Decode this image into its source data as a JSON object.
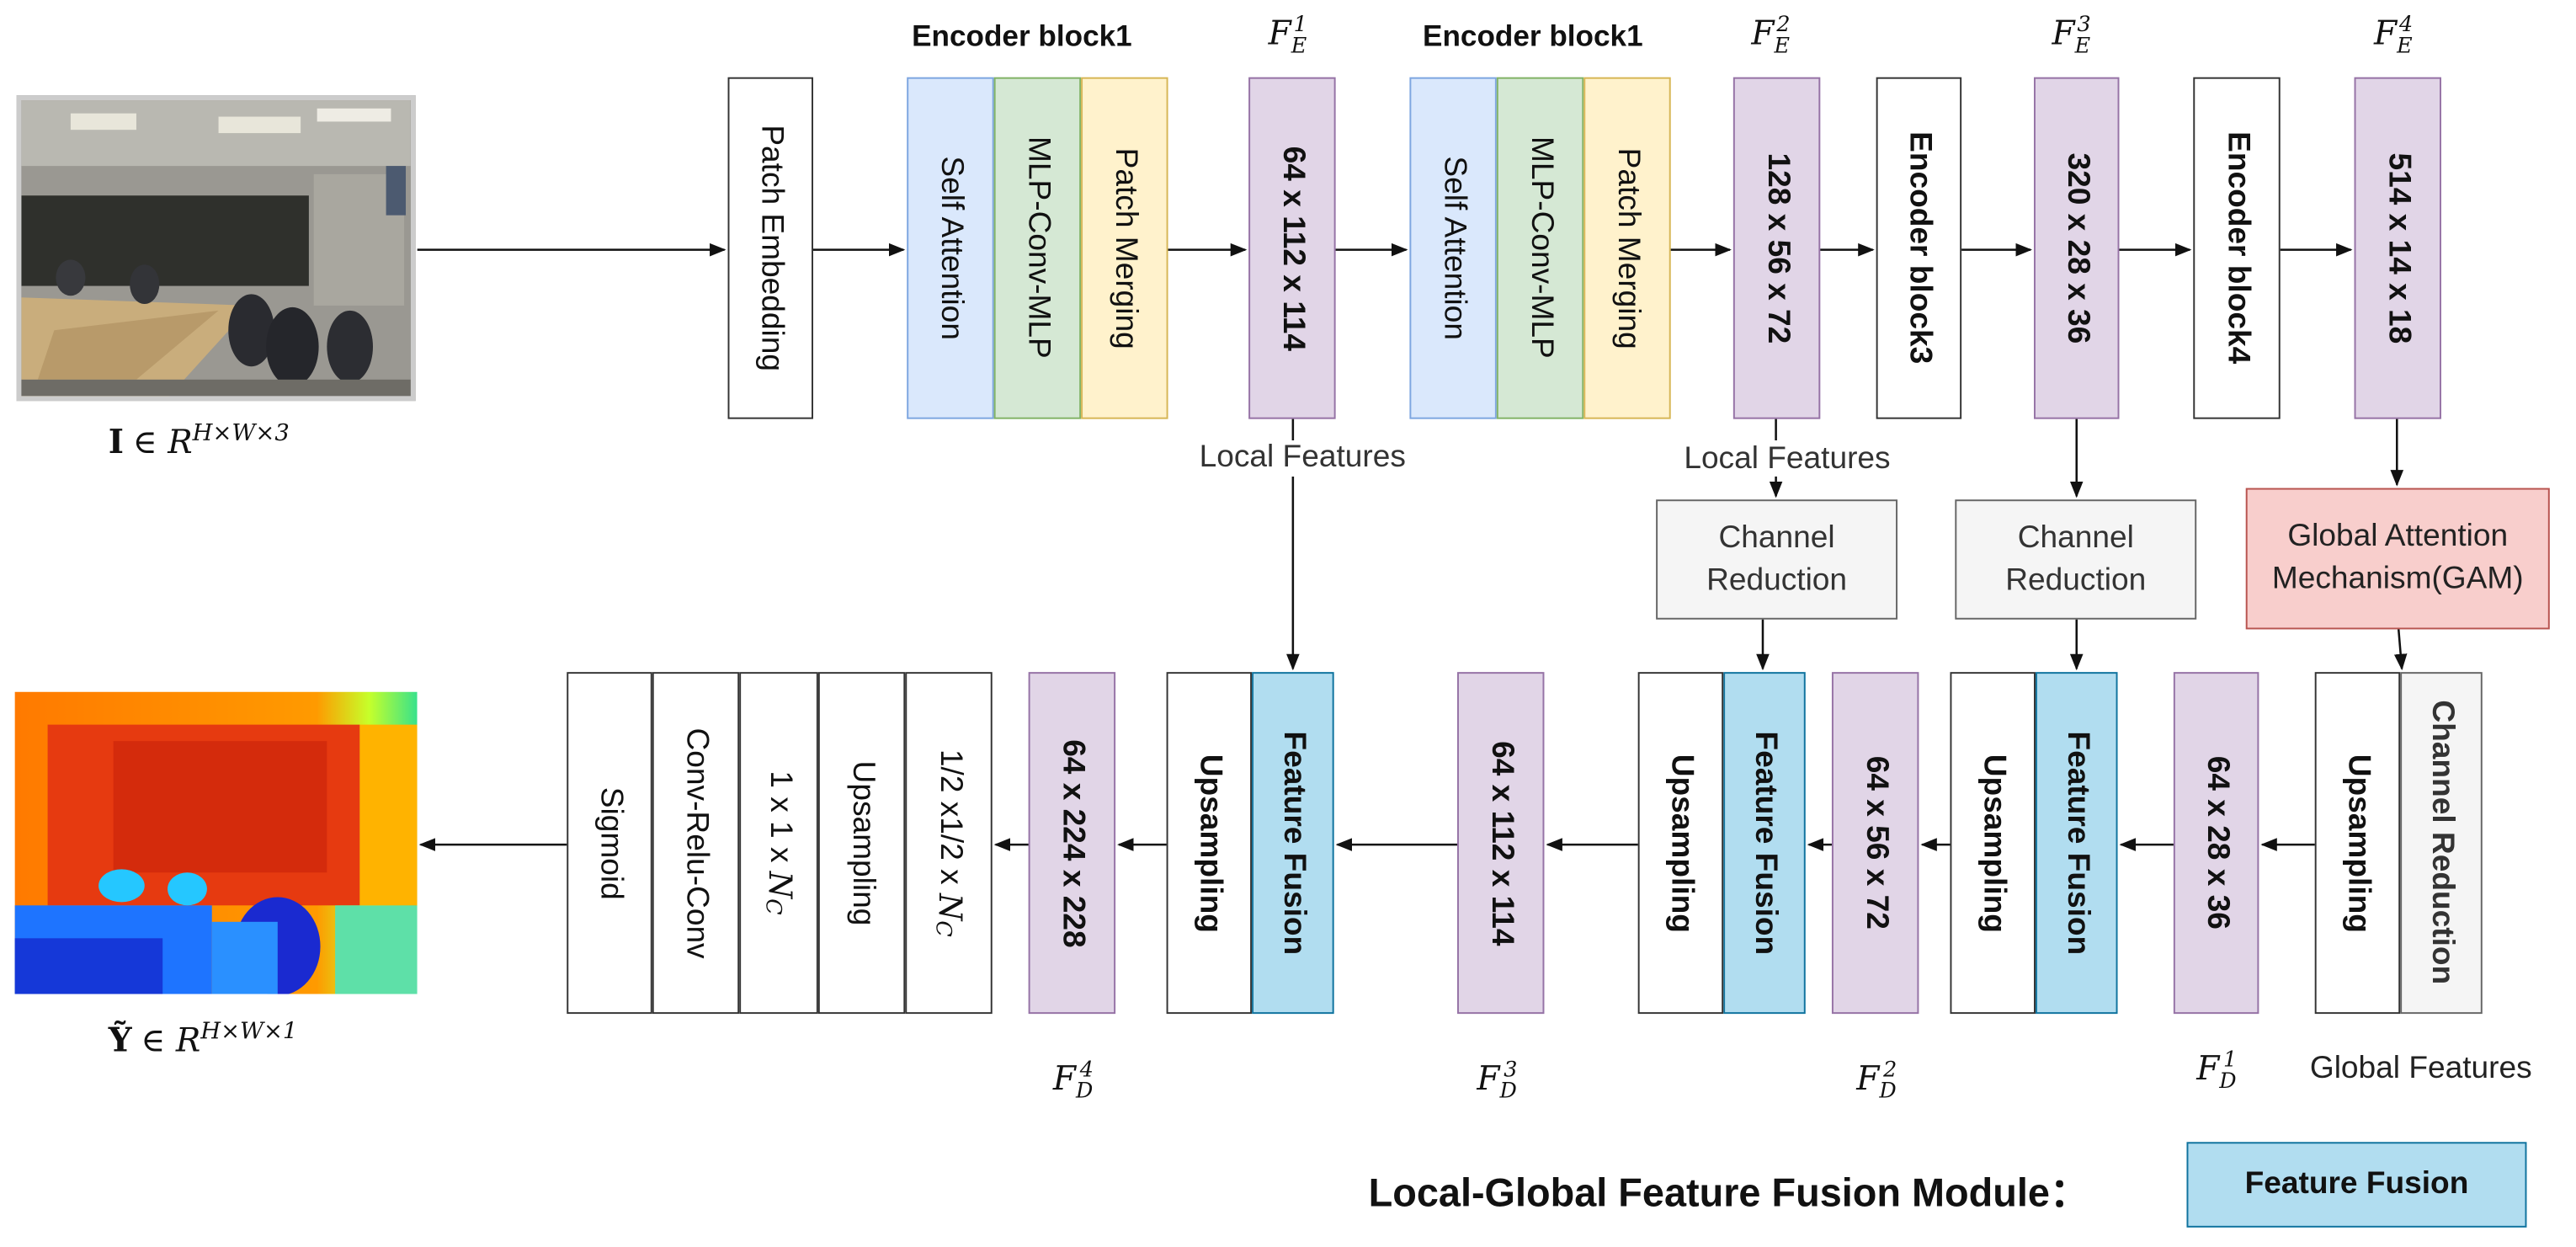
{
  "input": {
    "label_bold": "I",
    "label_in": "∈ R",
    "label_sup": "H×W×3"
  },
  "output": {
    "label_bold": "Ỹ",
    "label_in": "∈ R",
    "label_sup": "H×W×1"
  },
  "encoder": {
    "patch_embedding": "Patch Embedding",
    "block1_title_a": "Encoder block1",
    "block1_title_b": "Encoder block1",
    "self_attention": "Self Attention",
    "mlp_conv_mlp": "MLP-Conv-MLP",
    "patch_merging": "Patch Merging",
    "encoder_block3": "Encoder block3",
    "encoder_block4": "Encoder block4",
    "fe1_dims": "64 x 112 x 114",
    "fe2_dims": "128 x 56 x 72",
    "fe3_dims": "320 x 28 x 36",
    "fe4_dims": "514 x 14 x 18",
    "fe_base": "F",
    "fe_sub": "E",
    "fe1_sup": "1",
    "fe2_sup": "2",
    "fe3_sup": "3",
    "fe4_sup": "4"
  },
  "middle": {
    "local_features_1": "Local Features",
    "local_features_2": "Local Features",
    "channel_reduction_line1": "Channel",
    "channel_reduction_line2": "Reduction",
    "gam_line1": "Global Attention",
    "gam_line2": "Mechanism(GAM)",
    "global_features": "Global Features"
  },
  "decoder": {
    "channel_reduction": "Channel Reduction",
    "upsampling": "Upsampling",
    "feature_fusion": "Feature Fusion",
    "fd1_dims": "64 x 28 x 36",
    "fd2_dims": "64 x 56 x 72",
    "fd3_dims": "64 x 112 x 114",
    "fd4_dims": "64 x 224 x 228",
    "fd_base": "F",
    "fd_sub": "D",
    "fd1_sup": "1",
    "fd2_sup": "2",
    "fd3_sup": "3",
    "fd4_sup": "4"
  },
  "head": {
    "half_prefix": "1/2 x1/2 x ",
    "nc_base": "N",
    "nc_sub": "C",
    "one_prefix": "1 x 1 x ",
    "upsampling": "Upsampling",
    "conv_relu_conv": "Conv-Relu-Conv",
    "sigmoid": "Sigmoid"
  },
  "legend": {
    "title": "Local-Global Feature Fusion Module：",
    "box": "Feature Fusion"
  },
  "colors": {
    "self_attention": "#dae8fc",
    "mlp": "#d5e8d4",
    "patch_merging": "#fff2cc",
    "feature_map": "#e1d5e7",
    "feature_fusion": "#b1ddf0",
    "channel_reduction": "#f5f5f5",
    "gam": "#f8cecc"
  }
}
